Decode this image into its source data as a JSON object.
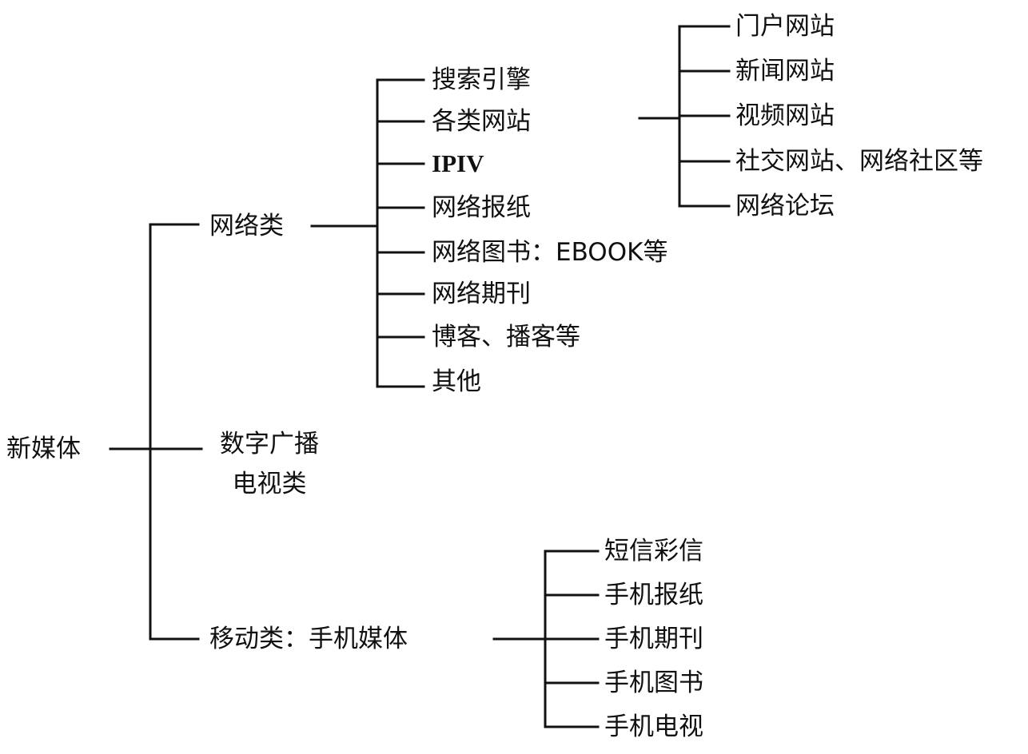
{
  "root": {
    "label": "新媒体"
  },
  "branches": {
    "network": {
      "label": "网络类",
      "items": [
        "搜索引擎",
        "各类网站",
        "IPIV",
        "网络报纸",
        "网络图书：EBOOK等",
        "网络期刊",
        "博客、播客等",
        "其他"
      ]
    },
    "websites": {
      "items": [
        "门户网站",
        "新闻网站",
        "视频网站",
        "社交网站、网络社区等",
        "网络论坛"
      ]
    },
    "digital_tv": {
      "line1": "数字广播",
      "line2": "电视类"
    },
    "mobile": {
      "label": "移动类：手机媒体",
      "items": [
        "短信彩信",
        "手机报纸",
        "手机期刊",
        "手机图书",
        "手机电视"
      ]
    }
  },
  "colors": {
    "line": "#111111",
    "text": "#111111"
  }
}
